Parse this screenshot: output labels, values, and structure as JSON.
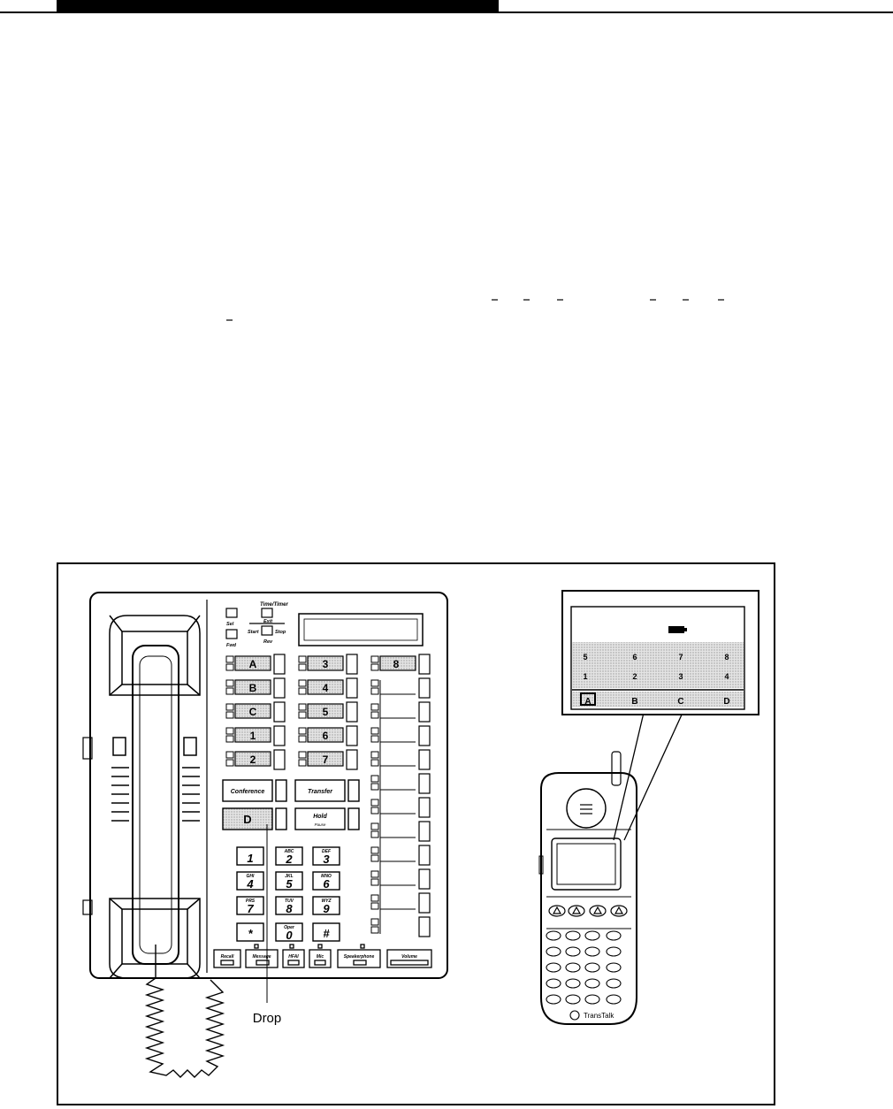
{
  "console": {
    "timer_label": "Time/Timer",
    "small_keys": [
      "Sel",
      "Fwd",
      "Exit",
      "Start",
      "Stop",
      "Rev"
    ],
    "line_buttons_left": [
      "A",
      "B",
      "C",
      "1",
      "2"
    ],
    "line_buttons_mid": [
      "3",
      "4",
      "5",
      "6",
      "7"
    ],
    "line_button_right": "8",
    "conference_label": "Conference",
    "transfer_label": "Transfer",
    "hold_label": "Hold",
    "hold_sub_label": "Pause",
    "d_button_label": "D",
    "dialpad": [
      {
        "letters": "",
        "digit": "1"
      },
      {
        "letters": "ABC",
        "digit": "2"
      },
      {
        "letters": "DEF",
        "digit": "3"
      },
      {
        "letters": "GHI",
        "digit": "4"
      },
      {
        "letters": "JKL",
        "digit": "5"
      },
      {
        "letters": "MNO",
        "digit": "6"
      },
      {
        "letters": "PRS",
        "digit": "7"
      },
      {
        "letters": "TUV",
        "digit": "8"
      },
      {
        "letters": "WYZ",
        "digit": "9"
      },
      {
        "letters": "",
        "digit": "*"
      },
      {
        "letters": "Oper",
        "digit": "0"
      },
      {
        "letters": "",
        "digit": "#"
      }
    ],
    "bottom_keys": [
      "Recall",
      "Message",
      "HFAI",
      "Mic",
      "Speakerphone",
      "Volume"
    ],
    "drop_callout": "Drop"
  },
  "handset_display": {
    "row_top": [
      "5",
      "6",
      "7",
      "8"
    ],
    "row_mid": [
      "1",
      "2",
      "3",
      "4"
    ],
    "row_bottom": [
      "A",
      "B",
      "C",
      "D"
    ]
  },
  "handset": {
    "brand": "TransTalk"
  }
}
